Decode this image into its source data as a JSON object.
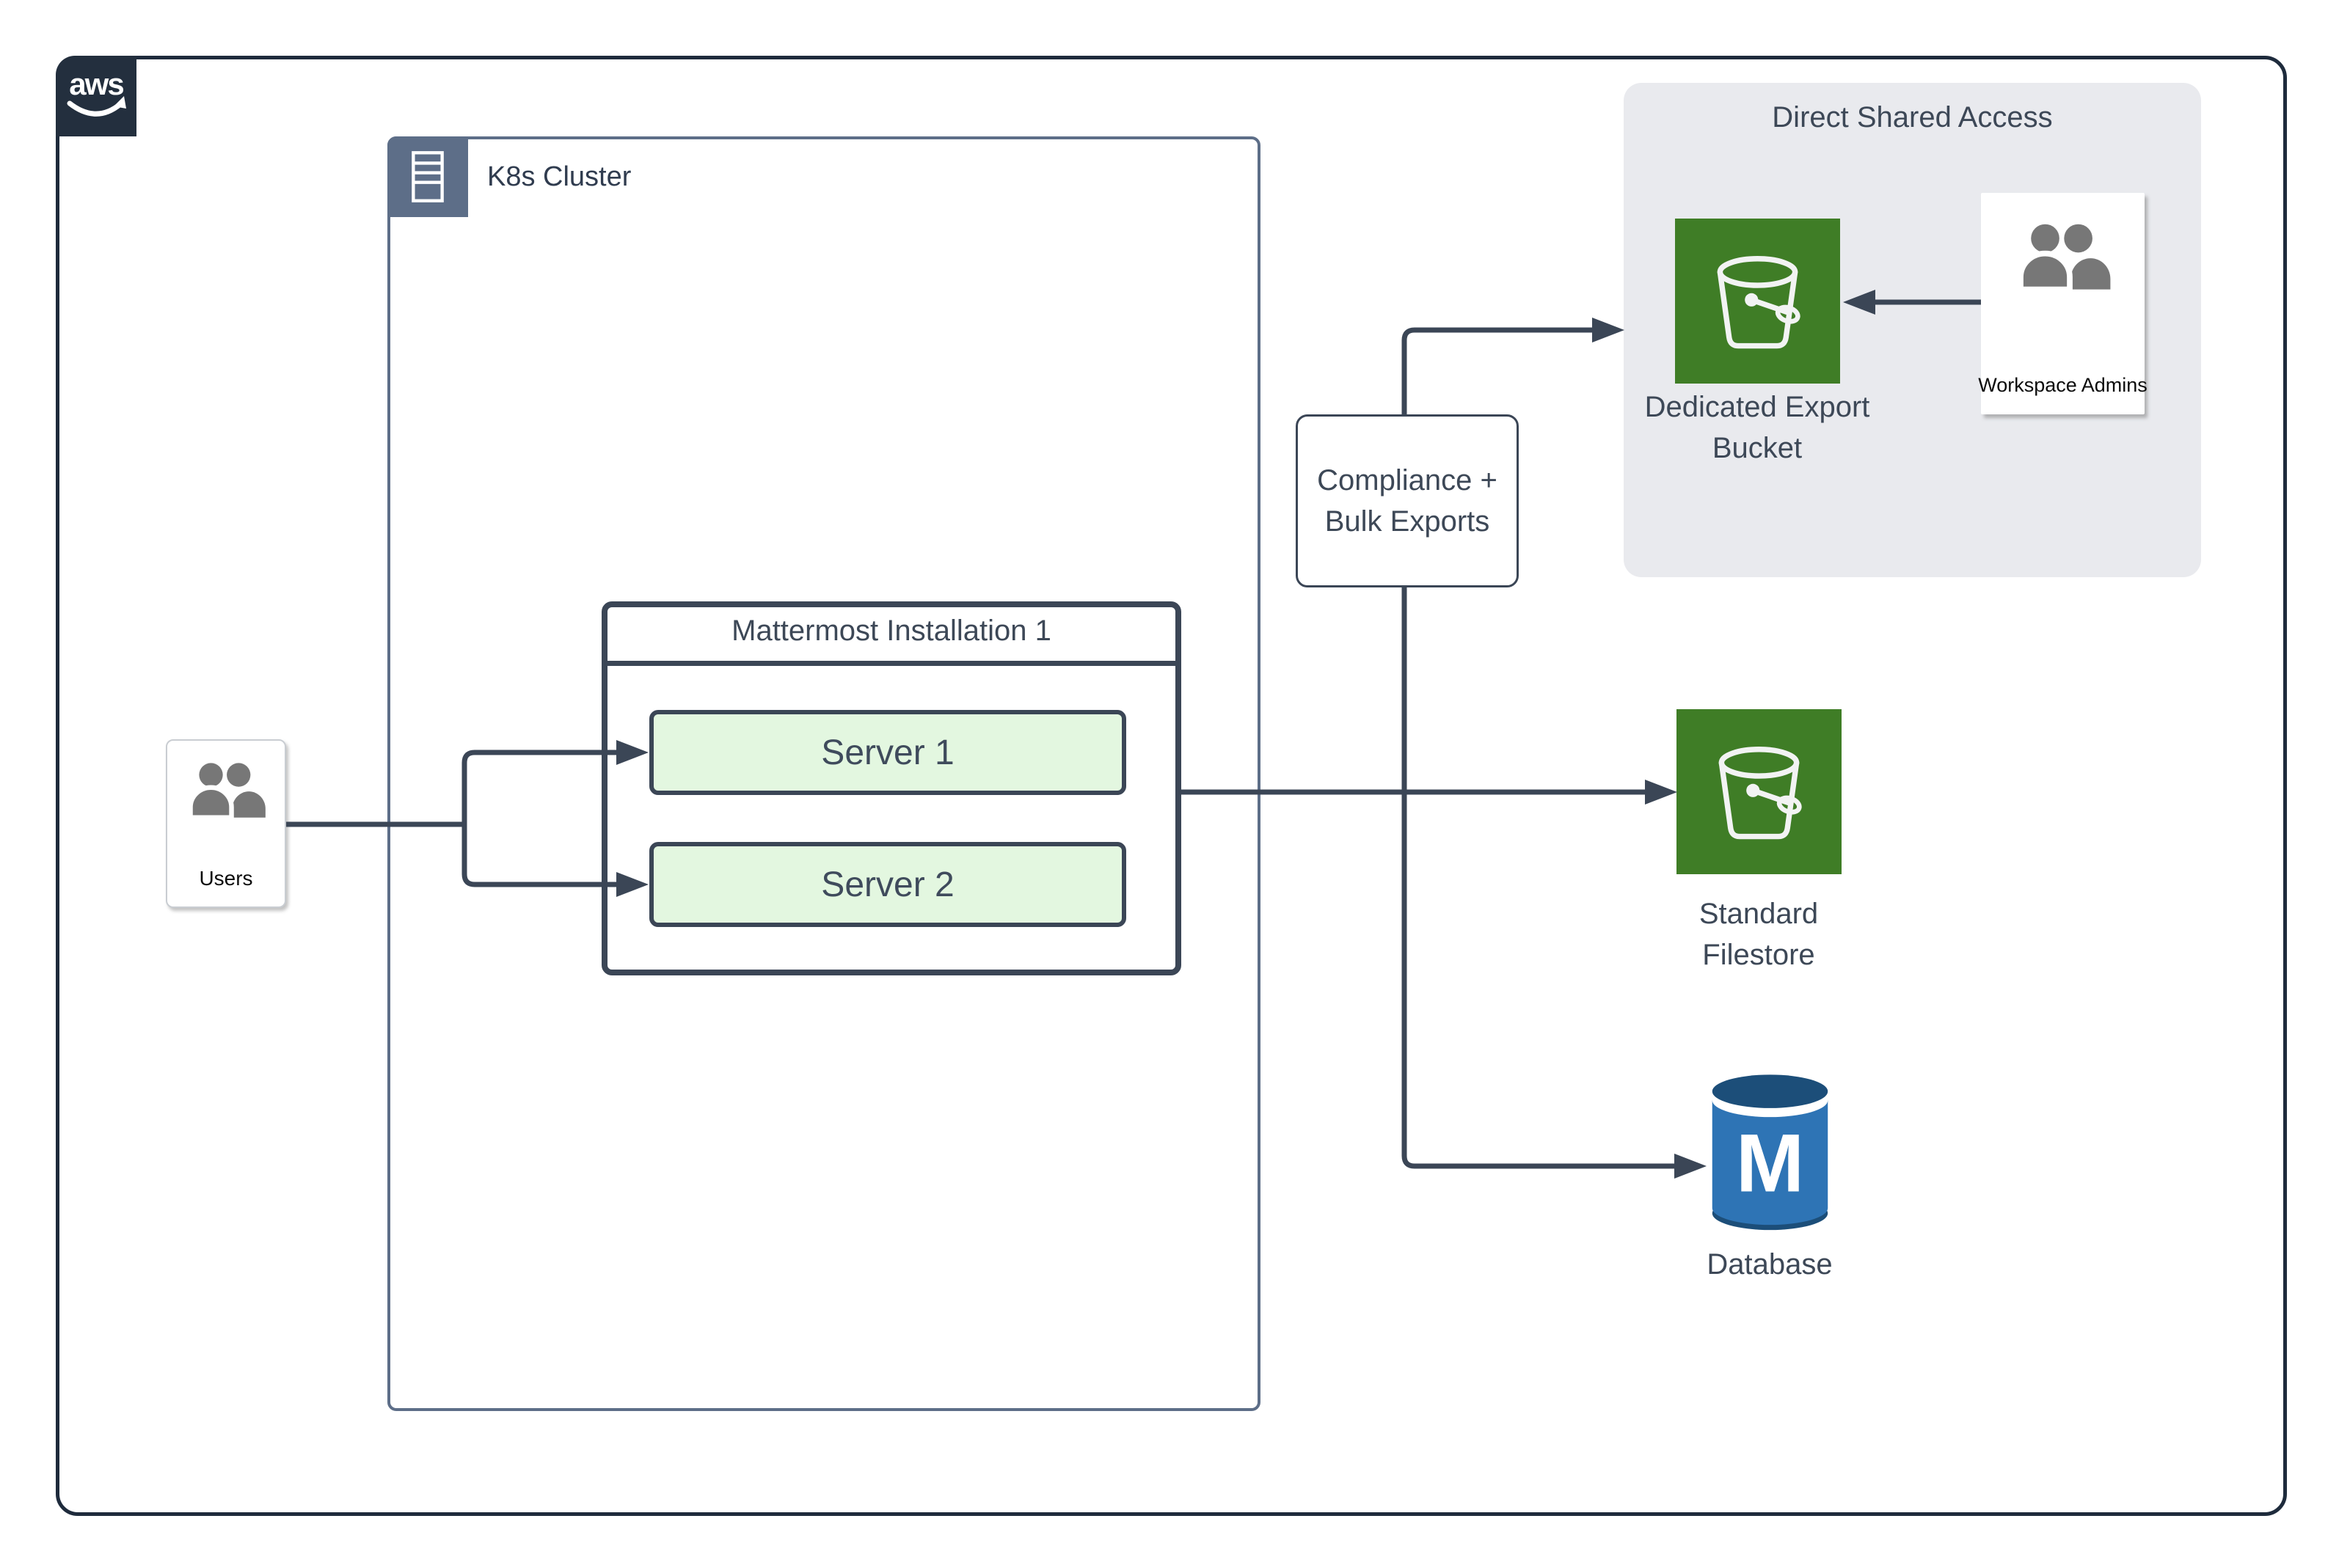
{
  "aws": {
    "logo_text": "aws"
  },
  "k8s": {
    "label": "K8s Cluster"
  },
  "users": {
    "label": "Users"
  },
  "mattermost": {
    "title": "Mattermost Installation 1",
    "server1": "Server 1",
    "server2": "Server 2"
  },
  "compliance": {
    "line1": "Compliance +",
    "line2": "Bulk Exports"
  },
  "direct_shared_access": {
    "title": "Direct Shared Access",
    "bucket_line1": "Dedicated Export",
    "bucket_line2": "Bucket",
    "admins_label": "Workspace Admins"
  },
  "filestore": {
    "line1": "Standard",
    "line2": "Filestore"
  },
  "database": {
    "label": "Database"
  },
  "colors": {
    "wire": "#3b4656",
    "outer_frame": "#1e2b3c",
    "aws_navy": "#232f3e",
    "k8s_border": "#5d6e88",
    "server_fill": "#e3f7e0",
    "bucket_green": "#3f7d26",
    "panel_gray": "#e9eaee",
    "db_blue": "#2e74b5",
    "db_dark_blue": "#1c4e79",
    "label_text": "#3d4857",
    "icon_gray": "#777777"
  }
}
